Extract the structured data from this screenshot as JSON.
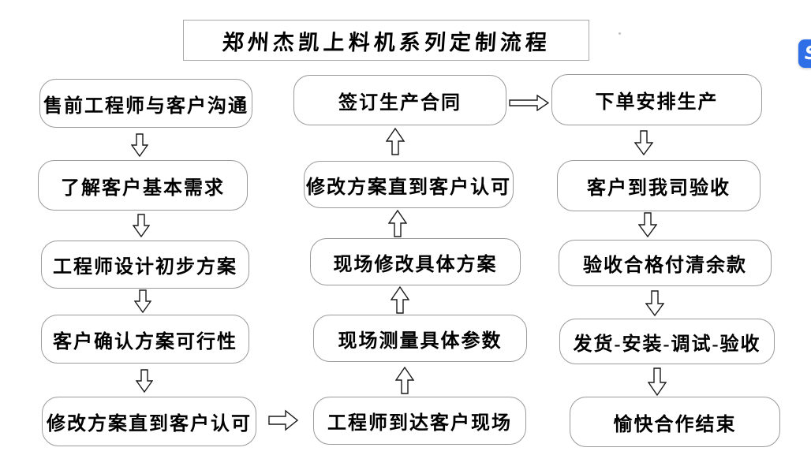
{
  "title": {
    "text": "郑州杰凯上料机系列定制流程"
  },
  "flow": {
    "left_column": {
      "direction": "top-to-bottom",
      "steps": [
        "售前工程师与客户沟通",
        "了解客户基本需求",
        "工程师设计初步方案",
        "客户确认方案可行性",
        "修改方案直到客户认可"
      ]
    },
    "middle_column": {
      "direction": "bottom-to-top",
      "steps": [
        "签订生产合同",
        "修改方案直到客户认可",
        "现场修改具体方案",
        "现场测量具体参数",
        "工程师到达客户现场"
      ]
    },
    "right_column": {
      "direction": "top-to-bottom",
      "steps": [
        "下单安排生产",
        "客户到我司验收",
        "验收合格付清余款",
        "发货-安装-调试-验收",
        "愉快合作结束"
      ]
    },
    "connectors": {
      "left_to_middle": "horizontal arrow at bottom row",
      "middle_to_right": "horizontal arrow at top row"
    }
  },
  "overlay": {
    "logo_letter": "S"
  },
  "colors": {
    "box_border": "#9a9a9a",
    "box_fill": "#ffffff",
    "text": "#000000",
    "arrow_outline": "#1a1a1a",
    "logo_blue": "#2e6fe8"
  }
}
